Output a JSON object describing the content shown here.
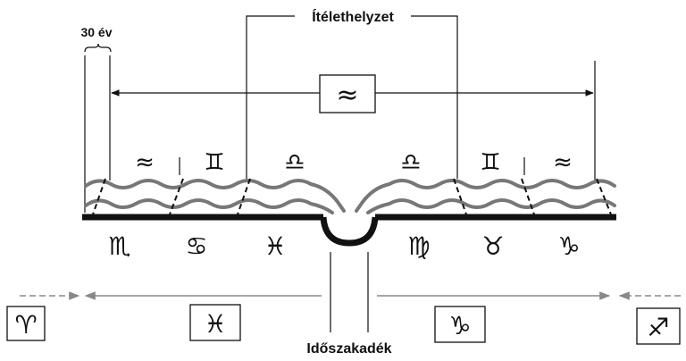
{
  "labels": {
    "top": "Ítélethelyzet",
    "bottom": "Időszakadék",
    "years": "30 év"
  },
  "top_sign": "≈",
  "upper_signs": [
    "≈",
    "♊",
    "♎",
    "♎",
    "♊",
    "≈"
  ],
  "lower_signs": [
    "♏",
    "♋",
    "♓",
    "♍",
    "♉",
    "♑"
  ],
  "bottom_boxes": [
    "♈",
    "♓",
    "♑",
    "♐"
  ],
  "colors": {
    "ink": "#111111",
    "wave": "#777777",
    "background": "#ffffff"
  }
}
